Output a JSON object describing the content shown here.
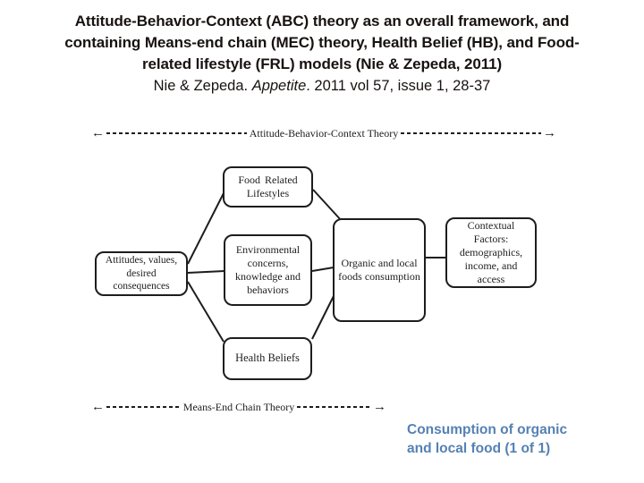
{
  "title": {
    "line1": "Attitude-Behavior-Context (ABC) theory as an overall framework, and",
    "line2": "containing Means-end chain (MEC) theory, Health Belief (HB), and Food-",
    "line3": "related lifestyle (FRL) models (Nie & Zepeda, 2011)",
    "citation_prefix": "Nie & Zepeda. ",
    "citation_journal": "Appetite",
    "citation_suffix": ". 2011 vol 57, issue 1, 28-37"
  },
  "diagram": {
    "top_span_label": "Attitude-Behavior-Context Theory",
    "bottom_span_label": "Means-End Chain Theory",
    "left_arrow": "←",
    "right_arrow": "→",
    "boxes": {
      "attitudes": "Attitudes, values, desired consequences",
      "food_related_lifestyles": "Food Related Lifestyles",
      "environmental": "Environmental concerns, knowledge and behaviors",
      "health_beliefs": "Health Beliefs",
      "organic": "Organic and local foods consumption",
      "contextual": "Contextual Factors: demographics, income, and access"
    }
  },
  "caption": {
    "line1": "Consumption of organic",
    "line2": "and local food (1 of 1)"
  },
  "colors": {
    "title_text": "#181210",
    "diagram_ink": "#1d1d1d",
    "caption_blue": "#5581b3",
    "background": "#ffffff"
  }
}
